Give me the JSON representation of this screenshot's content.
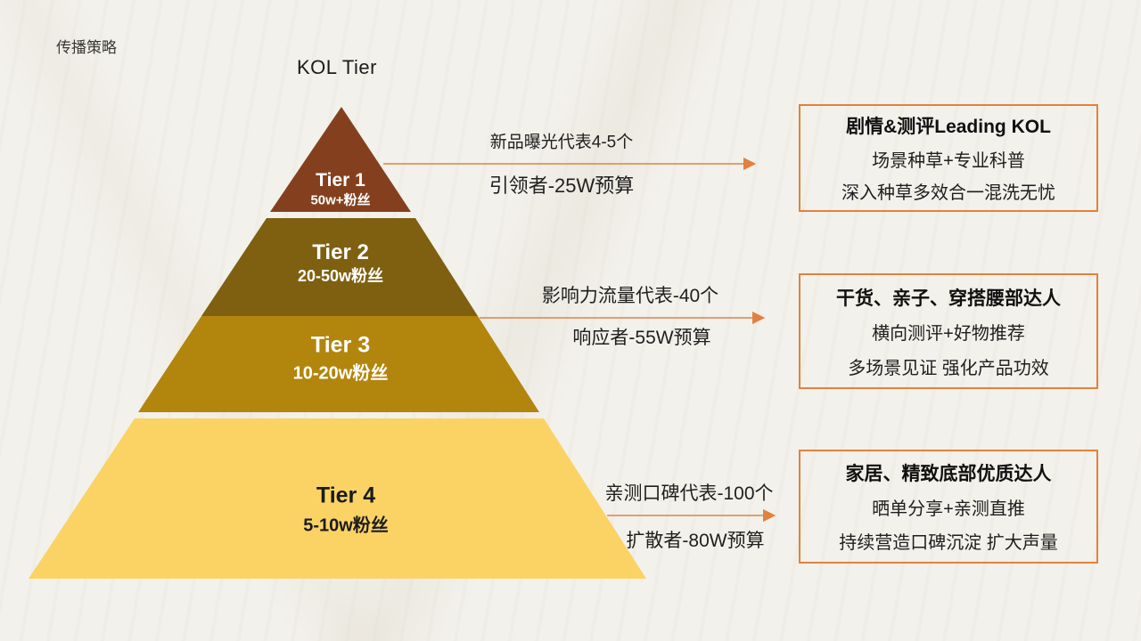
{
  "page": {
    "label": "传播策略",
    "title": "KOL Tier"
  },
  "colors": {
    "background": "#F2F0EA",
    "tier1": "#84401E",
    "tier2": "#7E6010",
    "tier3": "#B2850C",
    "tier4": "#FBD365",
    "arrow": "#DC8348",
    "box_border": "#E2823C",
    "tier_text_light": "#FFFFFF",
    "tier_text_dark": "#1B1B1B"
  },
  "pyramid": {
    "tiers": [
      {
        "name": "Tier 1",
        "fans": "50w+粉丝",
        "color": "#84401E"
      },
      {
        "name": "Tier 2",
        "fans": "20-50w粉丝",
        "color": "#7E6010"
      },
      {
        "name": "Tier 3",
        "fans": "10-20w粉丝",
        "color": "#B2850C"
      },
      {
        "name": "Tier 4",
        "fans": "5-10w粉丝",
        "color": "#FBD365"
      }
    ]
  },
  "annotations": [
    {
      "top": "新品曝光代表4-5个",
      "bottom": "引领者-25W预算"
    },
    {
      "top": "影响力流量代表-40个",
      "bottom": "响应者-55W预算"
    },
    {
      "top": "亲测口碑代表-100个",
      "bottom": "扩散者-80W预算"
    }
  ],
  "boxes": [
    {
      "title": "剧情&测评Leading KOL",
      "line2": "场景种草+专业科普",
      "line3": "深入种草多效合一混洗无忧"
    },
    {
      "title": "干货、亲子、穿搭腰部达人",
      "line2": "横向测评+好物推荐",
      "line3": "多场景见证 强化产品功效"
    },
    {
      "title": "家居、精致底部优质达人",
      "line2": "晒单分享+亲测直推",
      "line3": "持续营造口碑沉淀 扩大声量"
    }
  ]
}
